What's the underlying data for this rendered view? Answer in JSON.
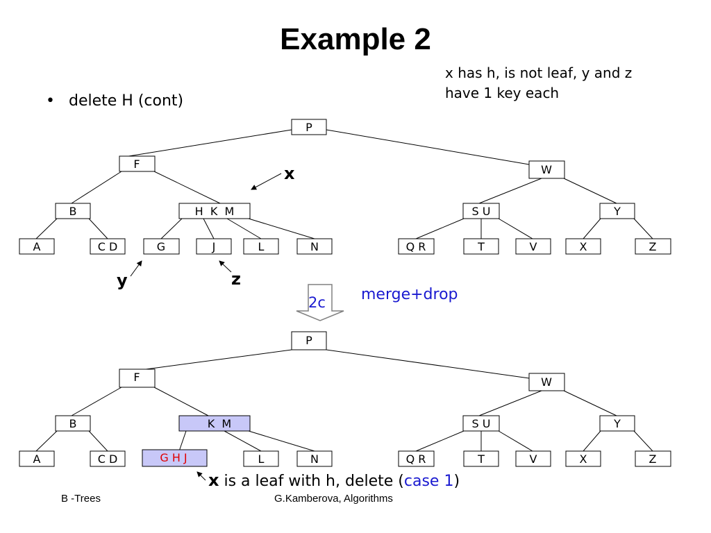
{
  "slide": {
    "title": "Example 2",
    "bullet": "delete H (cont)",
    "note_line1": "x has h, is not  leaf, y and z",
    "note_line2": "have 1 key each",
    "footer_left": "B -Trees",
    "footer_center": "G.Kamberova, Algorithms"
  },
  "top_tree": {
    "nodes": {
      "root": "P",
      "l1_left": "F",
      "l1_right": "W",
      "l2_b": "B",
      "l2_hkm": "H  K  M",
      "l2_su": "S U",
      "l2_y": "Y",
      "leaf_a": "A",
      "leaf_cd": "C D",
      "leaf_g": "G",
      "leaf_j": "J",
      "leaf_l": "L",
      "leaf_n": "N",
      "leaf_qr": "Q R",
      "leaf_t": "T",
      "leaf_v": "V",
      "leaf_x": "X",
      "leaf_z": "Z"
    },
    "labels": {
      "x": "x",
      "y": "y",
      "z": "z"
    }
  },
  "transition": {
    "case": "2c",
    "operation": "merge+drop"
  },
  "bottom_tree": {
    "nodes": {
      "root": "P",
      "l1_left": "F",
      "l1_right": "W",
      "l2_b": "B",
      "l2_km": "K  M",
      "l2_su": "S U",
      "l2_y": "Y",
      "leaf_a": "A",
      "leaf_cd": "C D",
      "leaf_ghj": "G H J",
      "leaf_l": "L",
      "leaf_n": "N",
      "leaf_qr": "Q R",
      "leaf_t": "T",
      "leaf_v": "V",
      "leaf_x": "X",
      "leaf_z": "Z"
    },
    "note_x": "x",
    "note_text": " is a leaf with h, delete (",
    "note_case": "case 1",
    "note_close": ")"
  },
  "colors": {
    "highlight_fill": "#c8c8f8",
    "deleted_keys": "#e00000",
    "annotation_blue": "#1a1ad0"
  }
}
